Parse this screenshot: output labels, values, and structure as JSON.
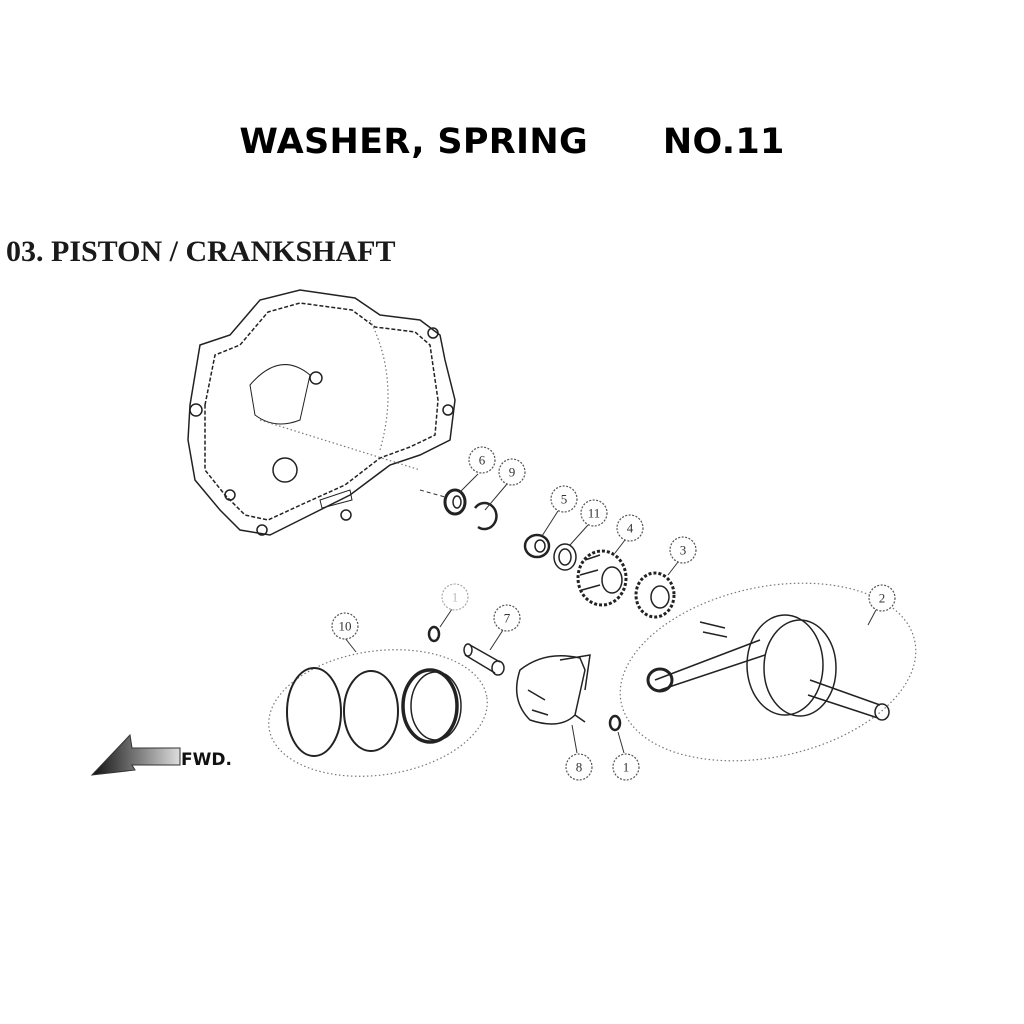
{
  "header": {
    "part_name": "WASHER, SPRING",
    "part_number": "NO.11"
  },
  "section_title": "03. PISTON / CRANKSHAFT",
  "diagram": {
    "direction_label": "FWD.",
    "callouts": [
      "6",
      "9",
      "5",
      "11",
      "4",
      "3",
      "2",
      "10",
      "1",
      "7",
      "8",
      "1"
    ]
  }
}
